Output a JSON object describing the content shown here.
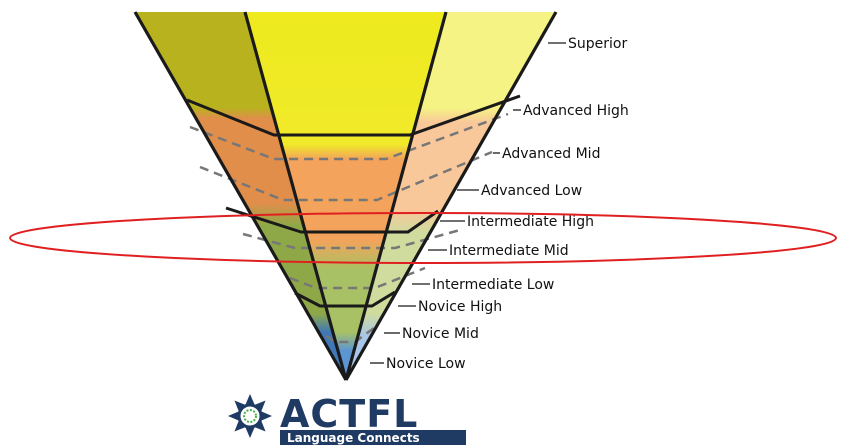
{
  "levels": [
    {
      "label": "Superior"
    },
    {
      "label": "Advanced High"
    },
    {
      "label": "Advanced Mid"
    },
    {
      "label": "Advanced Low"
    },
    {
      "label": "Intermediate High"
    },
    {
      "label": "Intermediate Mid"
    },
    {
      "label": "Intermediate Low"
    },
    {
      "label": "Novice High"
    },
    {
      "label": "Novice Mid"
    },
    {
      "label": "Novice Low"
    }
  ],
  "logo": {
    "name": "ACTFL",
    "tagline": "Language Connects"
  },
  "colors": {
    "superior_left": "#b9b21f",
    "superior_center": "#eeea1e",
    "superior_right": "#f5f383",
    "advanced": "#f3a35b",
    "intermediate": "#a8c164",
    "novice": "#5b95d2",
    "highlight_ellipse": "#e02020",
    "logo_blue": "#1f3a63",
    "logo_green": "#4caf50"
  }
}
